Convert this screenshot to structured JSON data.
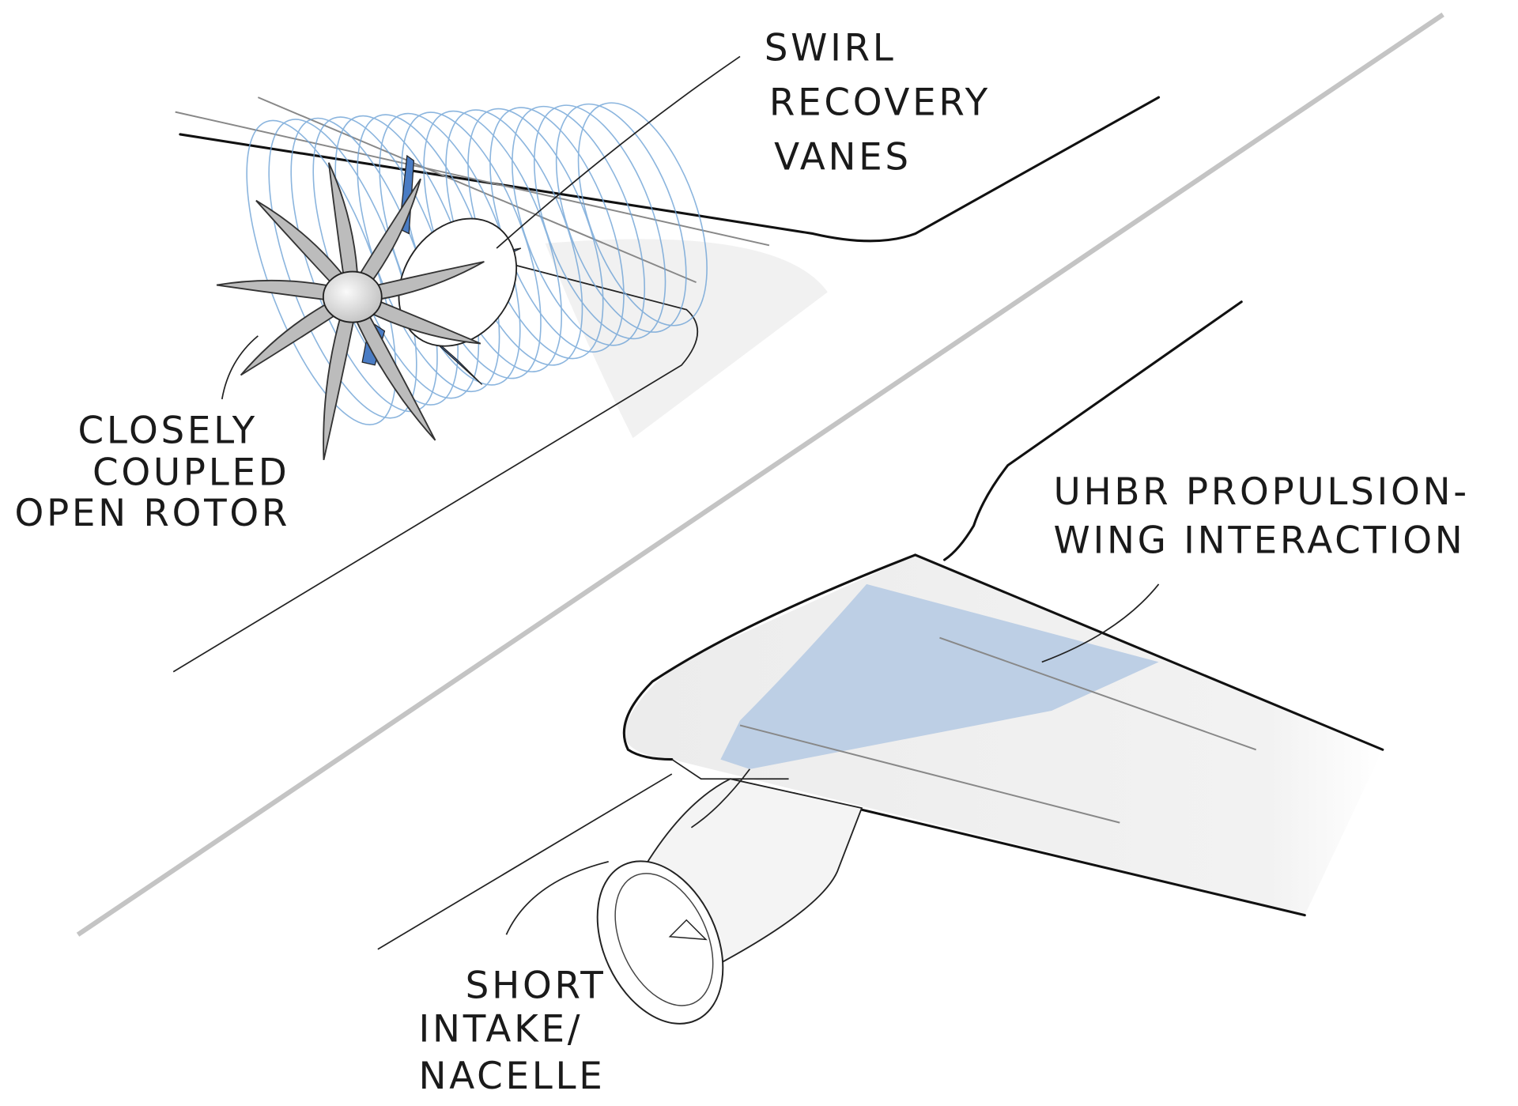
{
  "labels": {
    "swirl_recovery_vanes": [
      "SWIRL",
      "RECOVERY",
      "VANES"
    ],
    "open_rotor": [
      "CLOSELY",
      "COUPLED",
      "OPEN ROTOR"
    ],
    "uhbr": [
      "UHBR PROPULSION-",
      "WING INTERACTION"
    ],
    "short_intake": [
      "SHORT",
      "INTAKE/",
      "NACELLE"
    ]
  },
  "colors": {
    "flow_blue": "#6fa3d6",
    "vane_blue": "#4a7cc4",
    "wing_shade": "#b7cbe3",
    "surface_gray": "#e9e9e9",
    "blade_gray": "#b9b9b9",
    "ink": "#111111"
  }
}
